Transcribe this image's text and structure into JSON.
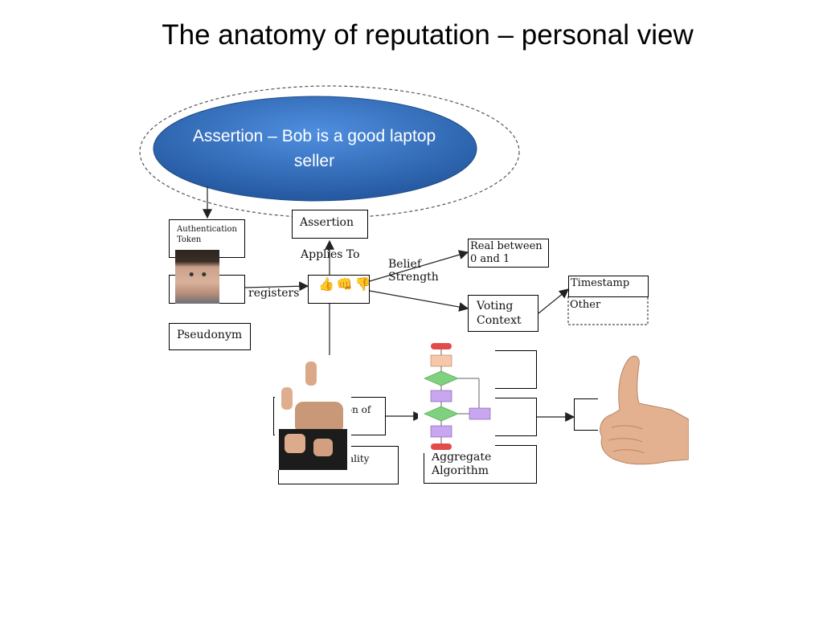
{
  "slide": {
    "title": "The anatomy of reputation – personal view"
  },
  "diagram": {
    "assertion_bubble": "Assertion – Bob is a good laptop seller",
    "nodes": {
      "auth_token": "Authentication Token",
      "assertion": "Assertion",
      "applies_to": "Applies To",
      "belief_strength": "Belief Strength",
      "real_between": "Real between 0 and 1",
      "registers": "registers",
      "timestamp": "Timestamp",
      "other": "Other",
      "voting_context": "Voting Context",
      "pseudonym": "Pseudonym",
      "partial_ion_of": "ion of",
      "partial_ality": "ality",
      "aggregate_algorithm": "Aggregate Algorithm"
    },
    "images": [
      "face-photo",
      "thumbs-up-group-photo",
      "flowchart-thumbnail",
      "thumb-up-hand-photo",
      "thumb-gestures-icon"
    ],
    "colors": {
      "bubble": "#2f6cbf",
      "bubble_text": "#ffffff"
    }
  }
}
